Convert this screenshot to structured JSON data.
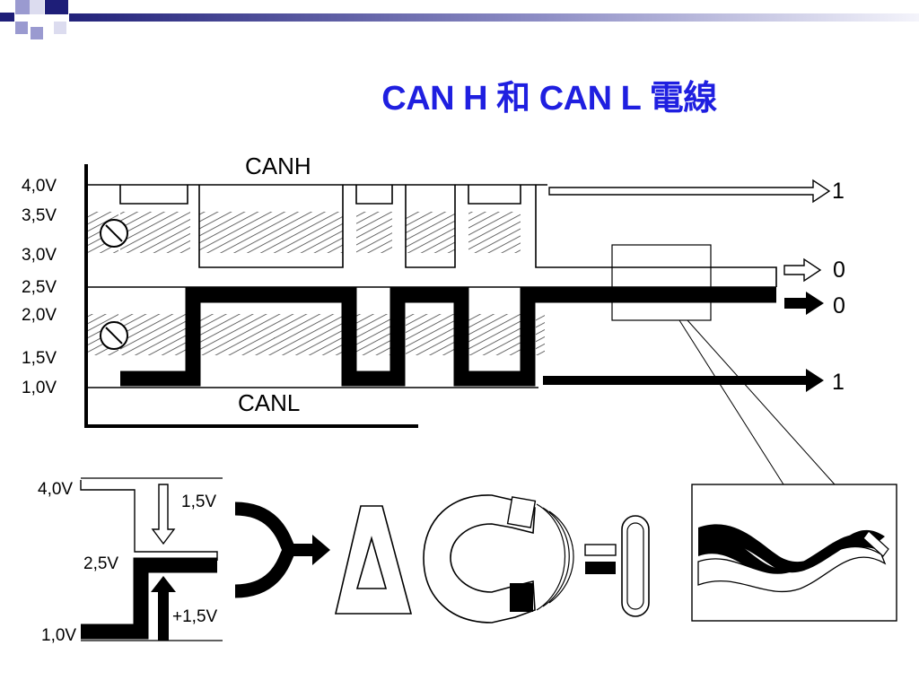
{
  "title": "CAN H 和 CAN L 電線",
  "colors": {
    "title": "#1f1fe0",
    "deco_dark": "#1e1e78",
    "deco_light": "#9a9ad0",
    "ink": "#000000"
  },
  "top_diagram": {
    "canh_label": "CANH",
    "canl_label": "CANL",
    "voltage_ticks": [
      "4,0V",
      "3,5V",
      "3,0V",
      "2,5V",
      "2,0V",
      "1,5V",
      "1,0V"
    ],
    "output_labels": {
      "canh_high": "1",
      "canh_low": "0",
      "canl_high": "0",
      "canl_low": "1"
    }
  },
  "bottom_diagram": {
    "voltage_ticks": [
      "4,0V",
      "2,5V",
      "1,0V"
    ],
    "delta_down": "1,5V",
    "delta_up": "+1,5V"
  },
  "icons": [
    "resistor-icon",
    "y-merge-arrow-icon",
    "delta-icon",
    "horseshoe-magnet-icon",
    "equals-icon",
    "zero-icon",
    "twisted-pair-icon"
  ]
}
